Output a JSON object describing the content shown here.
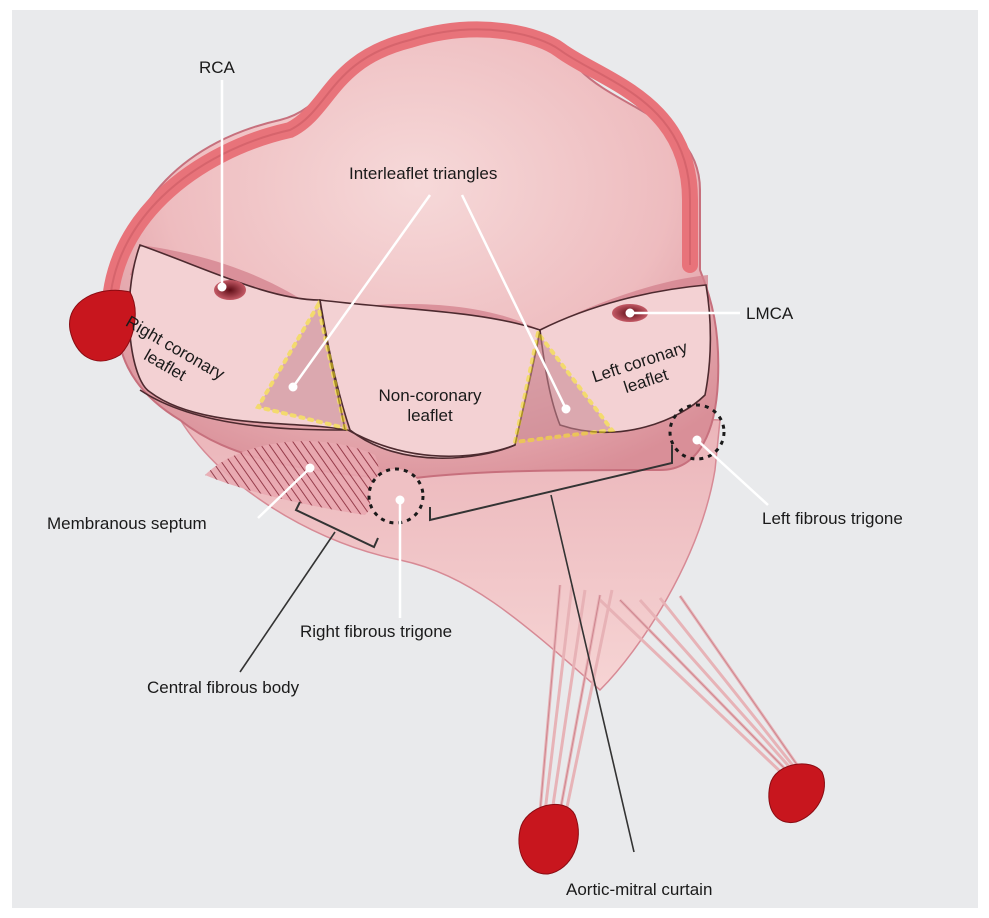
{
  "labels": {
    "rca": "RCA",
    "lmca": "LMCA",
    "interleaflet_triangles": "Interleaflet triangles",
    "right_coronary_leaflet": [
      "Right coronary",
      "leaflet"
    ],
    "non_coronary_leaflet": [
      "Non-coronary",
      "leaflet"
    ],
    "left_coronary_leaflet": [
      "Left coronary",
      "leaflet"
    ],
    "membranous_septum": "Membranous septum",
    "left_fibrous_trigone": "Left fibrous trigone",
    "right_fibrous_trigone": "Right fibrous trigone",
    "central_fibrous_body": "Central fibrous body",
    "aortic_mitral_curtain": "Aortic-mitral curtain"
  },
  "colors": {
    "background": "#e9eaec",
    "tissue": "#f2c9c9",
    "tissue_dark": "#d98a93",
    "artery": "#e8737a",
    "muscle": "#c8161e",
    "triangle_outline": "#f4e31c",
    "trigone_circle": "#1a1a1a"
  }
}
